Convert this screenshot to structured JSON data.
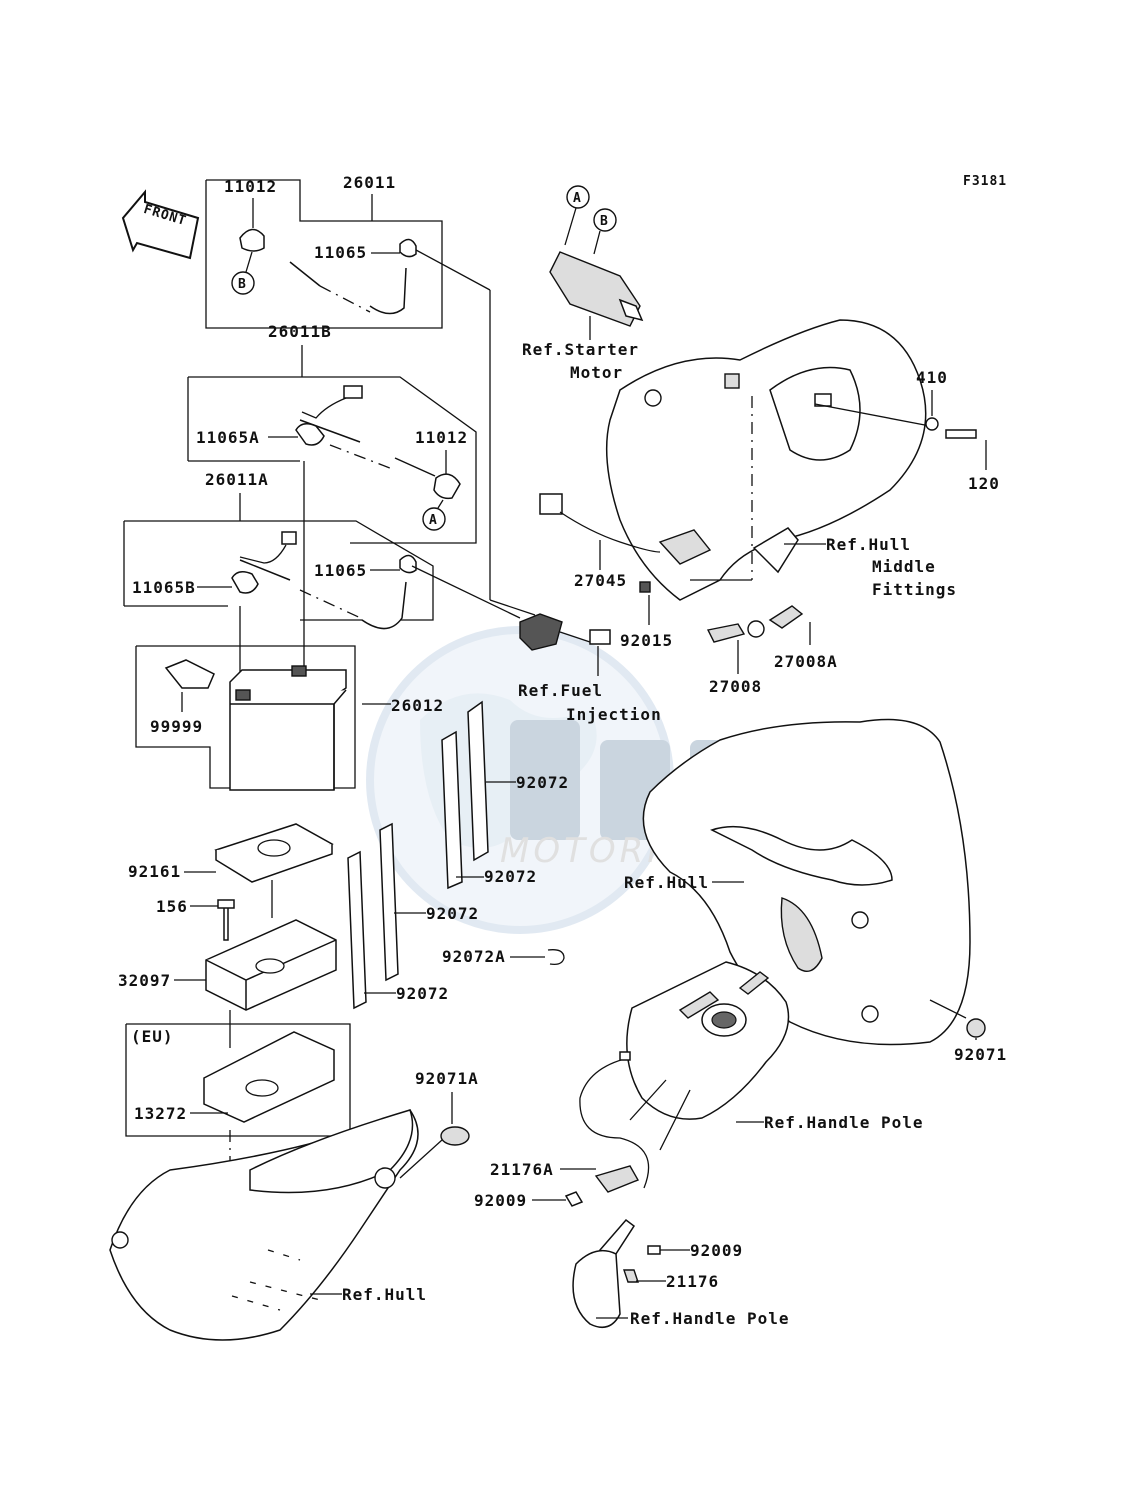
{
  "figure_code": "F3181",
  "front_label": "FRONT",
  "watermark": {
    "brand": "OSM",
    "sub": "MOTORPARTS"
  },
  "callouts": {
    "p11012_top": "11012",
    "p26011": "26011",
    "p11065_top": "11065",
    "ref_b_top": "B",
    "ref_a_start": "A",
    "ref_b_start": "B",
    "ref_starter_motor_l1": "Ref.Starter",
    "ref_starter_motor_l2": "Motor",
    "p26011B": "26011B",
    "p11065A": "11065A",
    "p11012_mid": "11012",
    "ref_a_mid": "A",
    "p26011A": "26011A",
    "p11065B": "11065B",
    "p11065_mid": "11065",
    "p410": "410",
    "p120": "120",
    "ref_hull_mid_l1": "Ref.Hull",
    "ref_hull_mid_l2": "Middle",
    "ref_hull_mid_l3": "Fittings",
    "p27045": "27045",
    "p92015": "92015",
    "p27008": "27008",
    "p27008A": "27008A",
    "ref_fuel_inj_l1": "Ref.Fuel",
    "ref_fuel_inj_l2": "Injection",
    "p99999": "99999",
    "p26012": "26012",
    "p92072_a": "92072",
    "p92072_b": "92072",
    "p92072_c": "92072",
    "p92072_d": "92072",
    "p92072A": "92072A",
    "p92161": "92161",
    "p156": "156",
    "p32097": "32097",
    "eu": "(EU)",
    "p13272": "13272",
    "p92071A": "92071A",
    "ref_hull_right": "Ref.Hull",
    "p92071": "92071",
    "ref_handle_pole_1": "Ref.Handle Pole",
    "p21176A": "21176A",
    "p92009_left": "92009",
    "p92009_right": "92009",
    "p21176": "21176",
    "ref_handle_pole_2": "Ref.Handle Pole",
    "ref_hull_bottom": "Ref.Hull"
  }
}
